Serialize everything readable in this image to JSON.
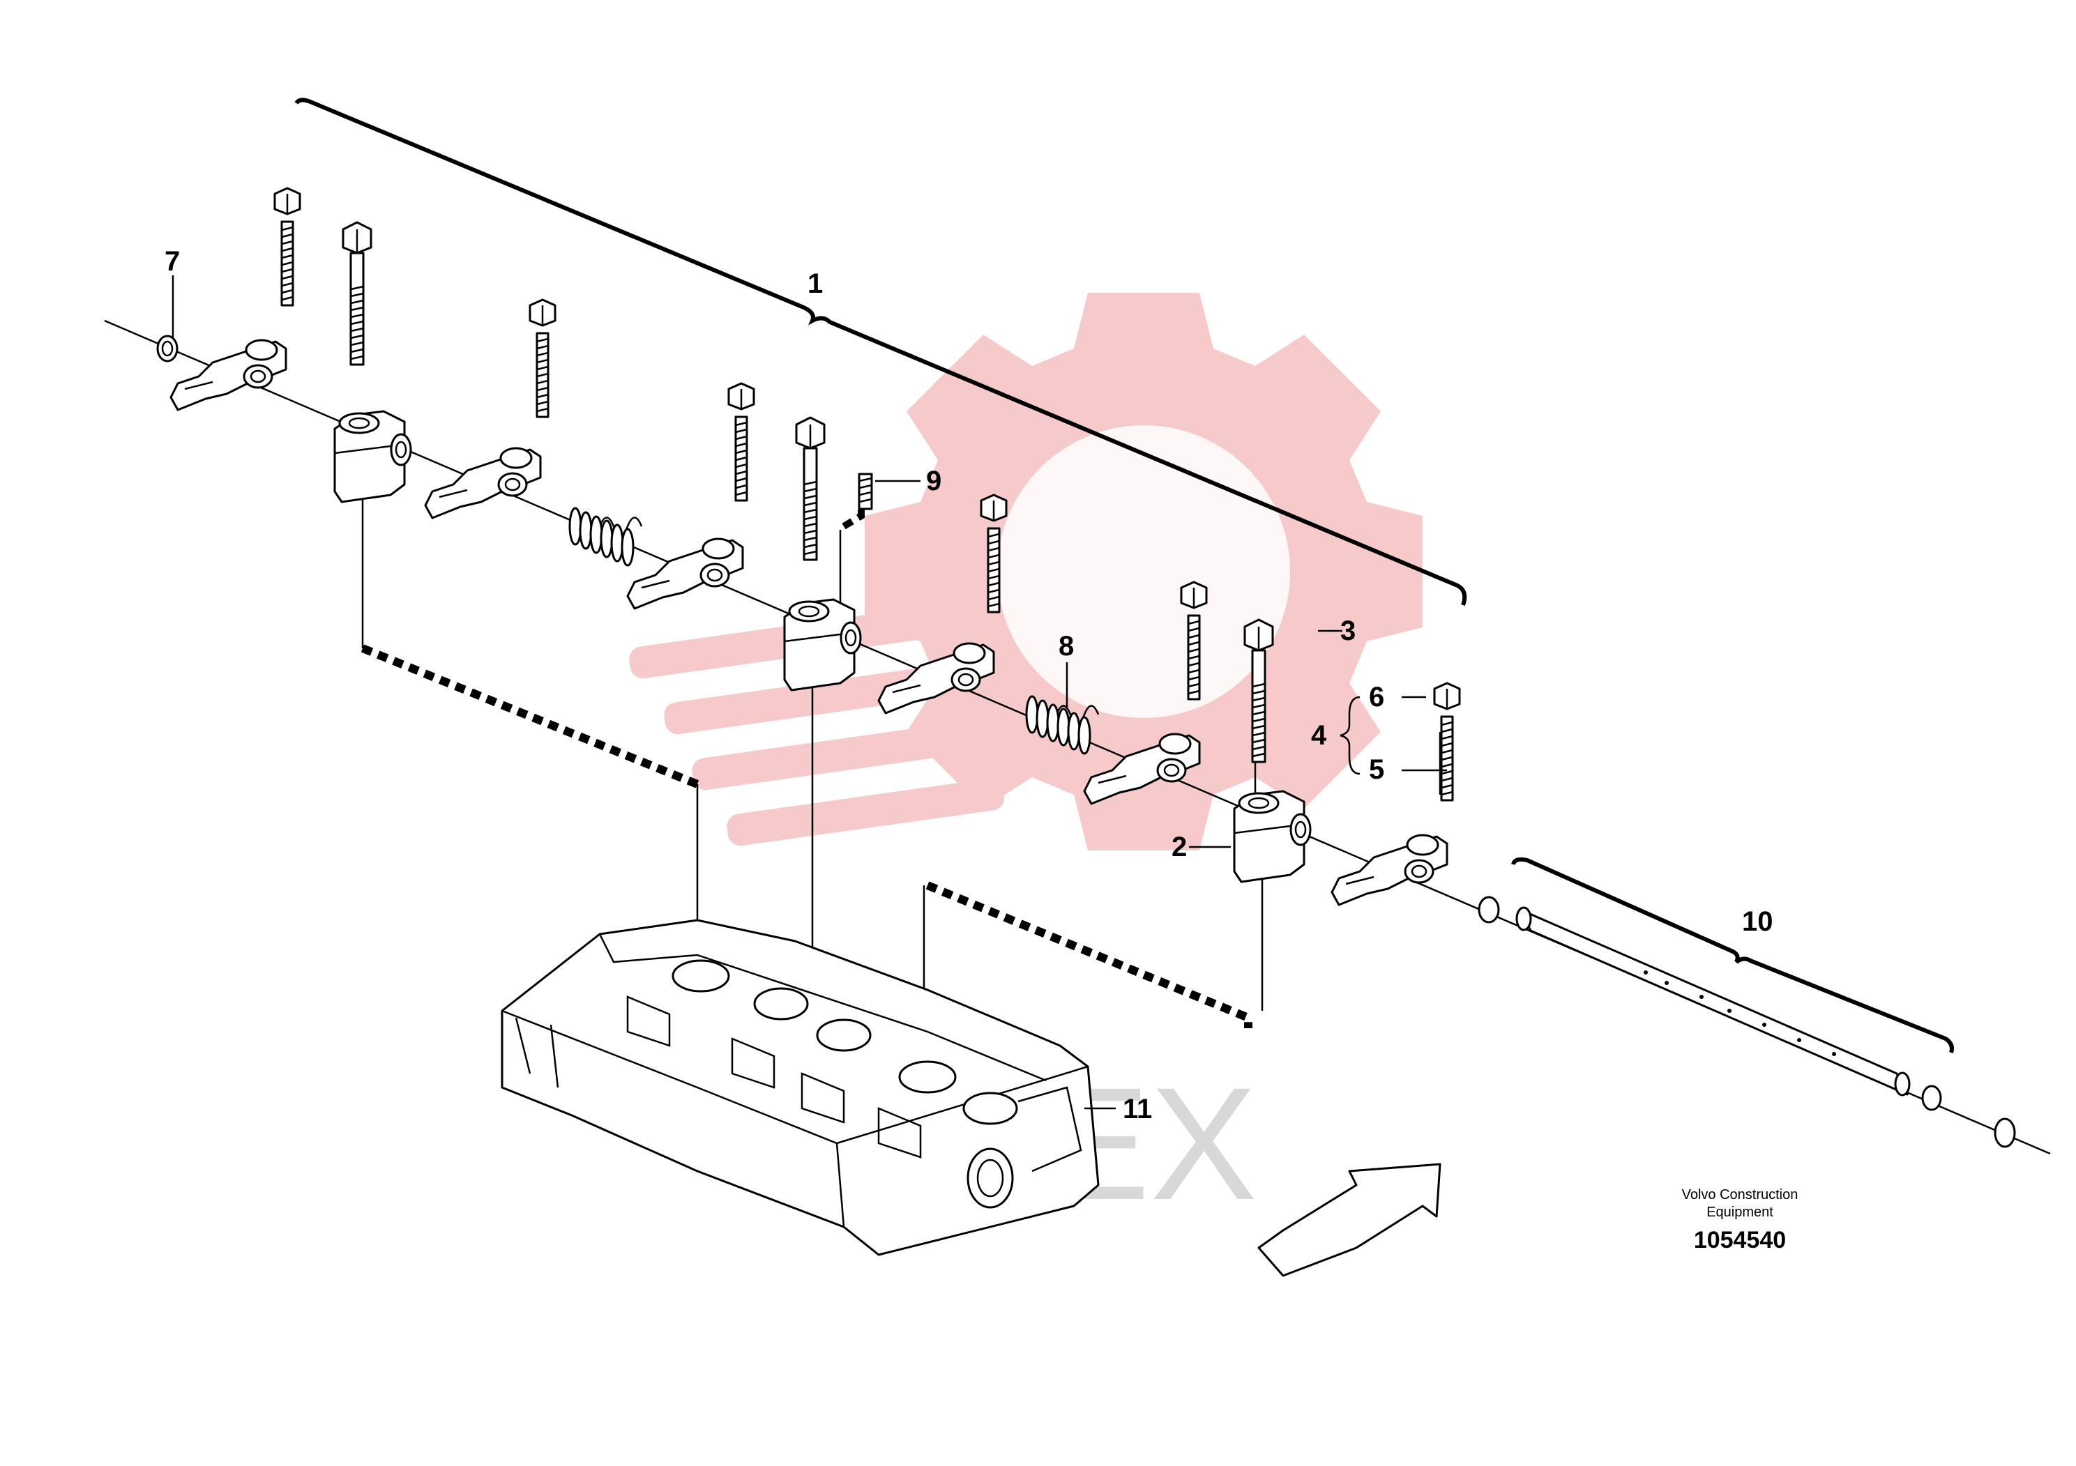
{
  "callouts": [
    {
      "id": "1",
      "label": "1"
    },
    {
      "id": "2",
      "label": "2"
    },
    {
      "id": "3",
      "label": "3"
    },
    {
      "id": "4",
      "label": "4"
    },
    {
      "id": "5",
      "label": "5"
    },
    {
      "id": "6",
      "label": "6"
    },
    {
      "id": "7",
      "label": "7"
    },
    {
      "id": "8",
      "label": "8"
    },
    {
      "id": "9",
      "label": "9"
    },
    {
      "id": "10",
      "label": "10"
    },
    {
      "id": "11",
      "label": "11"
    }
  ],
  "footer": {
    "company_line1": "Volvo Construction",
    "company_line2": "Equipment",
    "drawing_number": "1054540"
  },
  "watermark": {
    "text": "MITEX",
    "color": "#d8d8d8",
    "logo_color": "#f5c4c4"
  }
}
